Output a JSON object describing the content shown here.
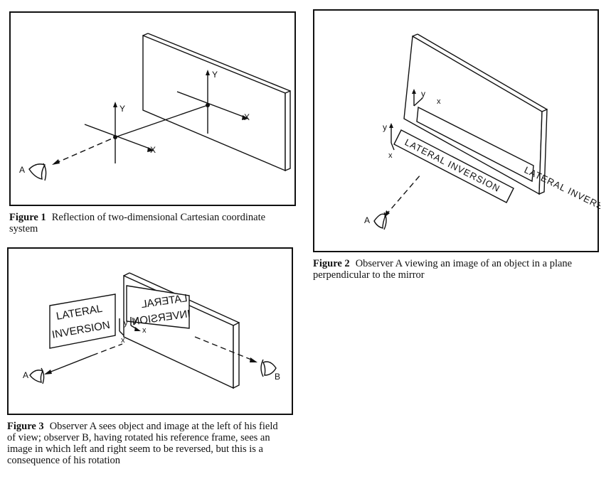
{
  "figure1": {
    "caption_label": "Figure 1",
    "caption_text": "Reflection of two-dimensional Cartesian coordinate system",
    "observer": "A",
    "axis_y": "Y",
    "axis_x": "X"
  },
  "figure2": {
    "caption_label": "Figure 2",
    "caption_text": "Observer A viewing an image of an object in a plane perpendicular to the mirror",
    "observer": "A",
    "axis_y": "y",
    "axis_x": "x",
    "object_text": "LATERAL INVERSION",
    "image_text": "LATERAL INVERSION"
  },
  "figure3": {
    "caption_label": "Figure 3",
    "caption_text": "Observer A sees object and image at the left of his field of view; observer B, having rotated his reference frame, sees an image in which left and right seem to be reversed, but this is a consequence of his rotation",
    "observer_a": "A",
    "observer_b": "B",
    "object_line1": "LATERAL",
    "object_line2": "INVERSION",
    "image_line1": "LATERAL",
    "image_line2": "INVERSION",
    "axis_y": "y",
    "axis_x": "x"
  }
}
